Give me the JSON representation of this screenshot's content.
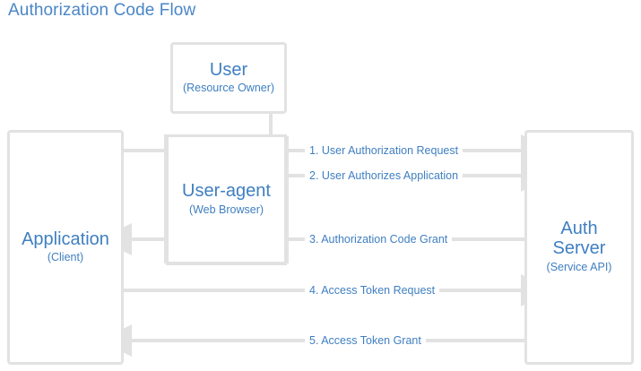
{
  "diagram": {
    "title": "Authorization Code Flow",
    "title_color": "#4a86c8",
    "line_color": "#e2e2e2",
    "text_color": "#3f7fc1",
    "background": "#ffffff"
  },
  "nodes": {
    "user": {
      "title": "User",
      "subtitle": "(Resource Owner)"
    },
    "user_agent": {
      "title": "User-agent",
      "subtitle": "(Web Browser)"
    },
    "application": {
      "title": "Application",
      "subtitle": "(Client)"
    },
    "auth_server": {
      "title_line1": "Auth",
      "title_line2": "Server",
      "subtitle": "(Service API)"
    }
  },
  "flows": [
    {
      "number": "1.",
      "label": "1.  User Authorization Request",
      "from": "Application",
      "to": "Auth Server",
      "direction": "right"
    },
    {
      "number": "2.",
      "label": "2. User Authorizes Application",
      "from": "User",
      "to": "Auth Server",
      "direction": "right"
    },
    {
      "number": "3.",
      "label": "3. Authorization Code Grant",
      "from": "Auth Server",
      "to": "Application",
      "direction": "left"
    },
    {
      "number": "4.",
      "label": "4. Access Token Request",
      "from": "Application",
      "to": "Auth Server",
      "direction": "right"
    },
    {
      "number": "5.",
      "label": "5. Access Token Grant",
      "from": "Auth Server",
      "to": "Application",
      "direction": "left"
    }
  ]
}
